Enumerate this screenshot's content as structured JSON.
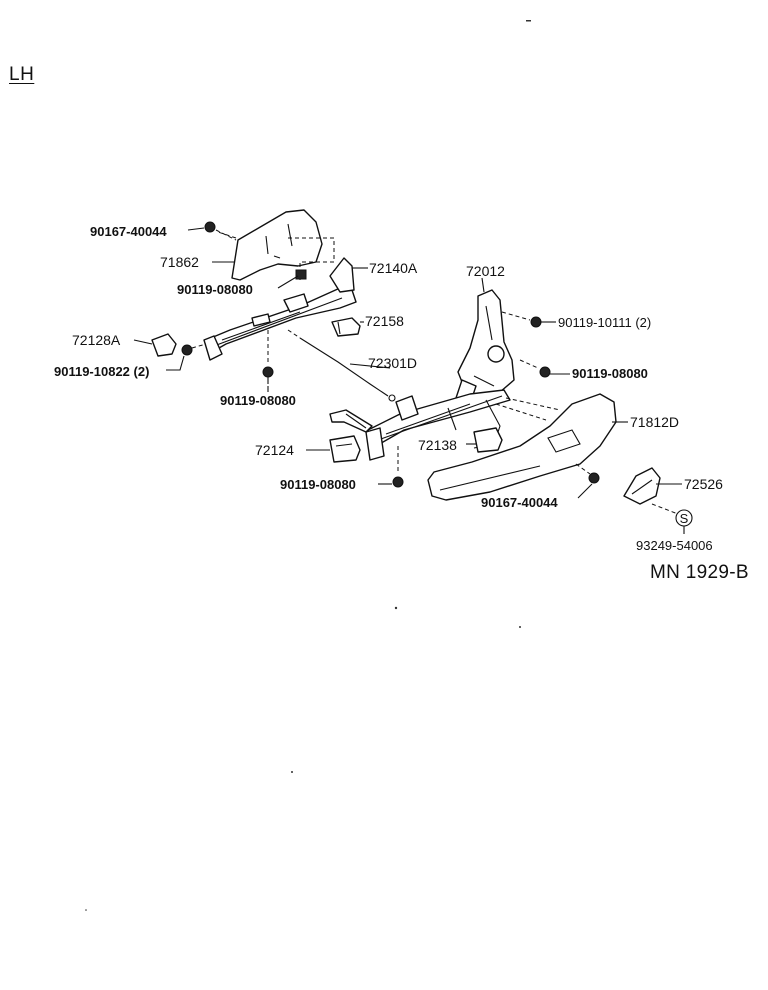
{
  "side_label": "LH",
  "drawing_number": "MN 1929-B",
  "callouts": {
    "c90167_40044_top": "90167-40044",
    "c71862": "71862",
    "c72140A": "72140A",
    "c90119_08080_a": "90119-08080",
    "c72158": "72158",
    "c72012": "72012",
    "c90119_10111": "90119-10111 (2)",
    "c72128A": "72128A",
    "c90119_10822": "90119-10822 (2)",
    "c72301D": "72301D",
    "c90119_08080_b": "90119-08080",
    "c90119_08080_c": "90119-08080",
    "c71812D": "71812D",
    "c72124": "72124",
    "c72138": "72138",
    "c90119_08080_d": "90119-08080",
    "c90167_40044_bottom": "90167-40044",
    "c72526": "72526",
    "c93249_54006": "93249-54006",
    "s_symbol": "S"
  }
}
